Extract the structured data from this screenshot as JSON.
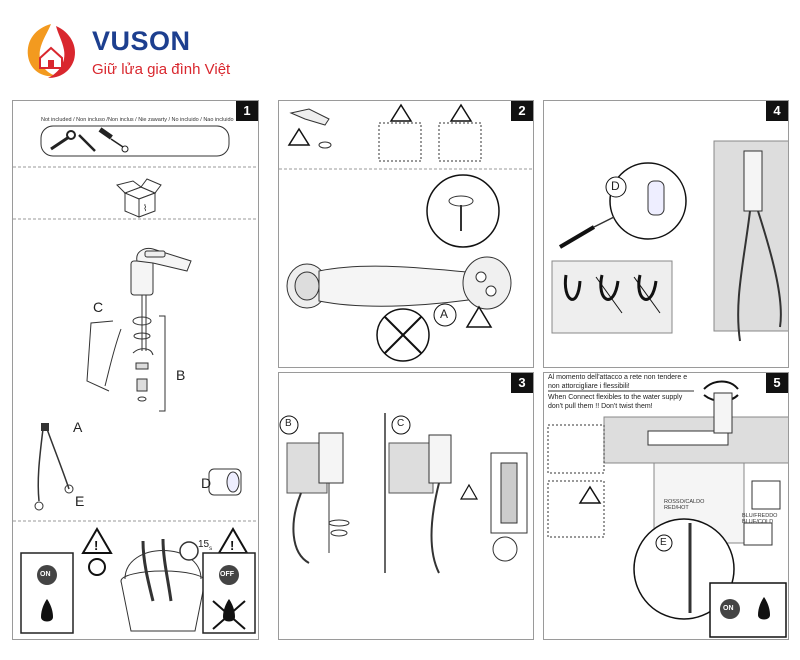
{
  "brand": {
    "name": "VUSON",
    "tagline": "Giữ lửa gia đình Việt"
  },
  "steps": [
    {
      "num": "1",
      "not_included": "Not included / Non incluso /Non inclus / Nie zawarty / No incluido / Nao incluido",
      "labels": {
        "c": "C",
        "b": "B",
        "a": "A",
        "e": "E",
        "d": "D"
      },
      "timer": "15",
      "sub": "s",
      "on": "ON",
      "off": "OFF"
    },
    {
      "num": "2",
      "label_a": "A"
    },
    {
      "num": "3",
      "label_b": "B",
      "label_c": "C"
    },
    {
      "num": "4",
      "label_d": "D"
    },
    {
      "num": "5",
      "note_it": "Al momento dell'attacco a rete non tendere e non attorcigliare i flessibili!",
      "note_en": "When Connect flexibles to the water supply don't pull them !! Don't twist them!",
      "hot": "ROSSO/CALDO RED/HOT",
      "cold": "BLU/FREDDO BLUE/COLD",
      "label_e": "E",
      "on": "ON"
    }
  ],
  "colors": {
    "brand_blue": "#1d3f8f",
    "brand_red": "#d9272e",
    "brand_orange": "#f39a1f"
  }
}
